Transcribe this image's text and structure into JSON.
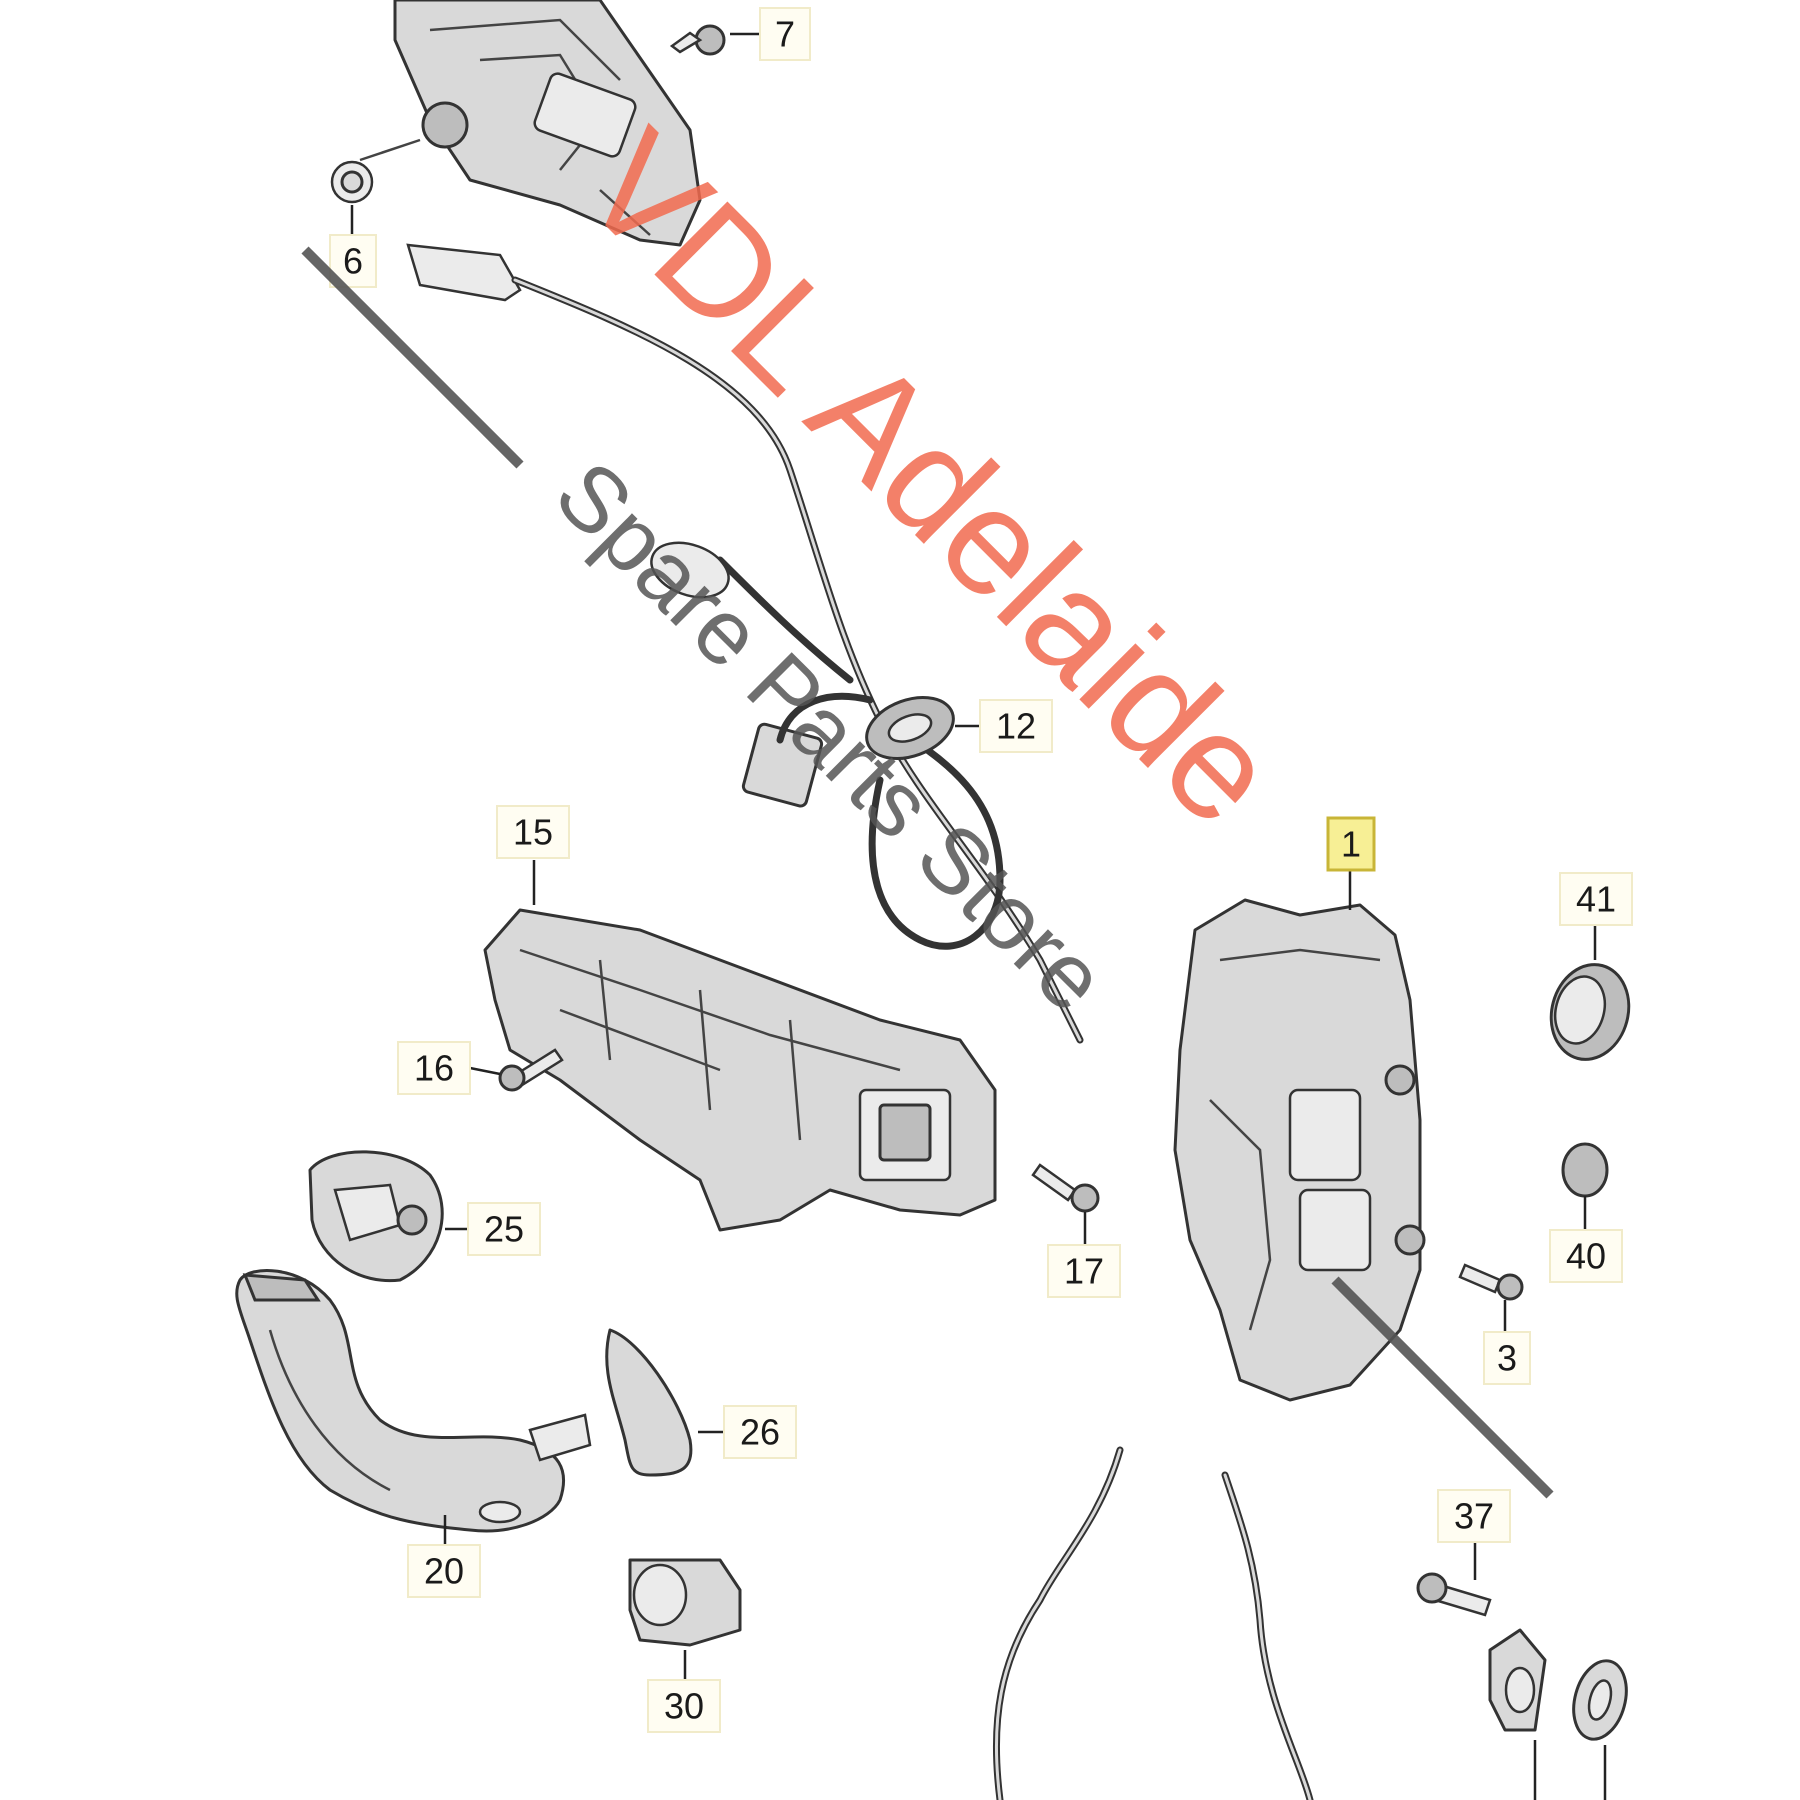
{
  "callouts": {
    "c1": "1",
    "c3": "3",
    "c6": "6",
    "c7": "7",
    "c12": "12",
    "c15": "15",
    "c16": "16",
    "c17": "17",
    "c20": "20",
    "c25": "25",
    "c26": "26",
    "c30": "30",
    "c37": "37",
    "c40": "40",
    "c41": "41"
  },
  "watermark": {
    "line1": "VDL Adelaide",
    "line2": "Spare Parts Store"
  },
  "colors": {
    "watermark_primary": "#f26b4f",
    "watermark_secondary": "#555555",
    "highlight_box": "#f7ef95"
  }
}
